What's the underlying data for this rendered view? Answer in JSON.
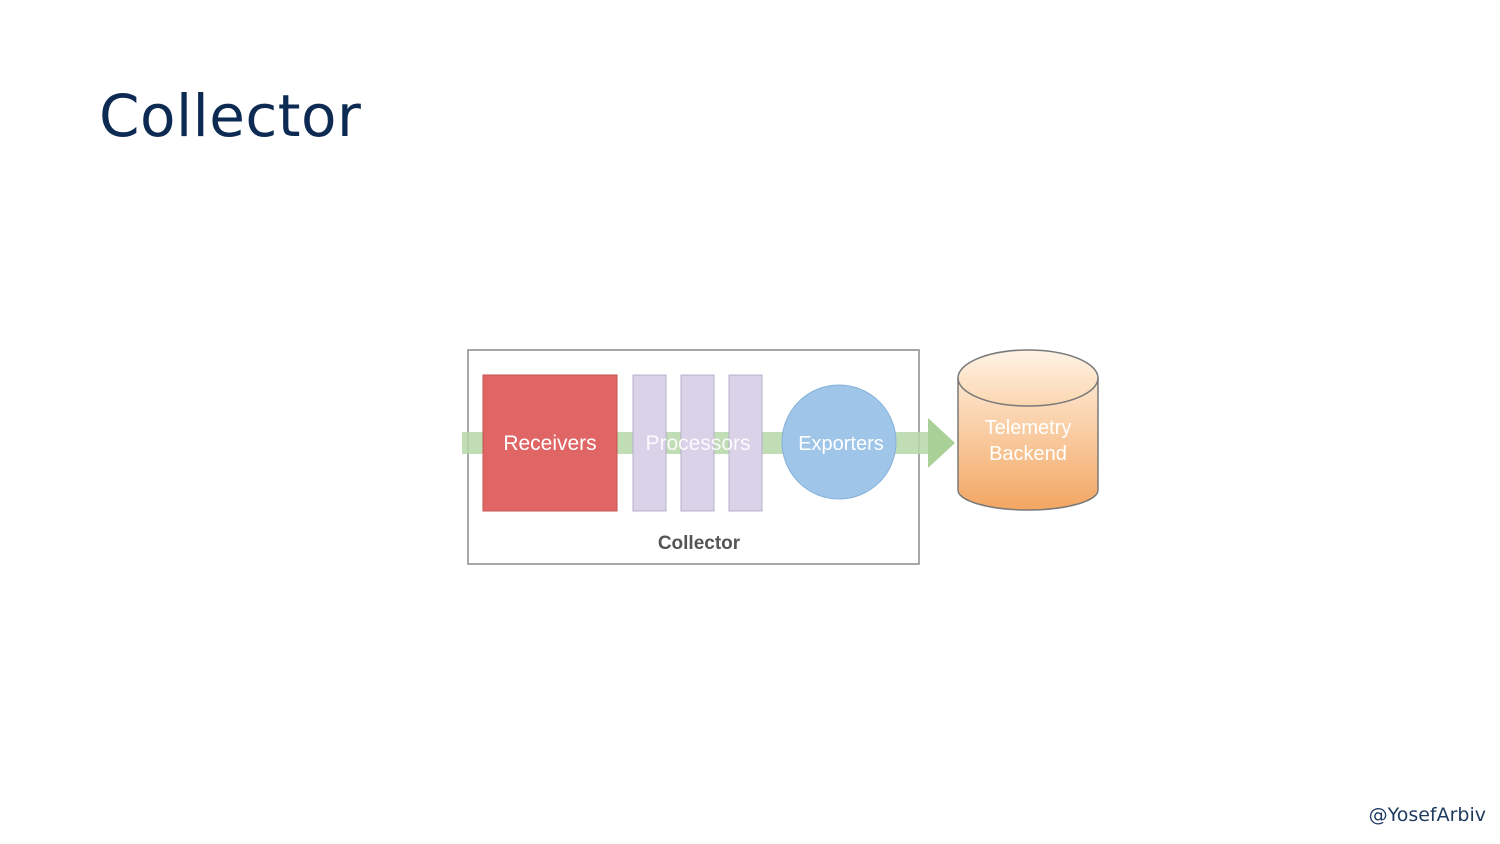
{
  "slide": {
    "title": "Collector",
    "handle": "@YosefArbiv"
  },
  "diagram": {
    "container_label": "Collector",
    "receivers_label": "Receivers",
    "processors_label": "Processors",
    "exporters_label": "Exporters",
    "backend_label_line1": "Telemetry",
    "backend_label_line2": "Backend",
    "colors": {
      "receivers": "#e06666",
      "processors": "#d9d2e9",
      "exporters": "#9fc5e8",
      "backend": "#f6b26b",
      "flow_arrow": "#b6d7a8",
      "title": "#0d2a52"
    }
  }
}
